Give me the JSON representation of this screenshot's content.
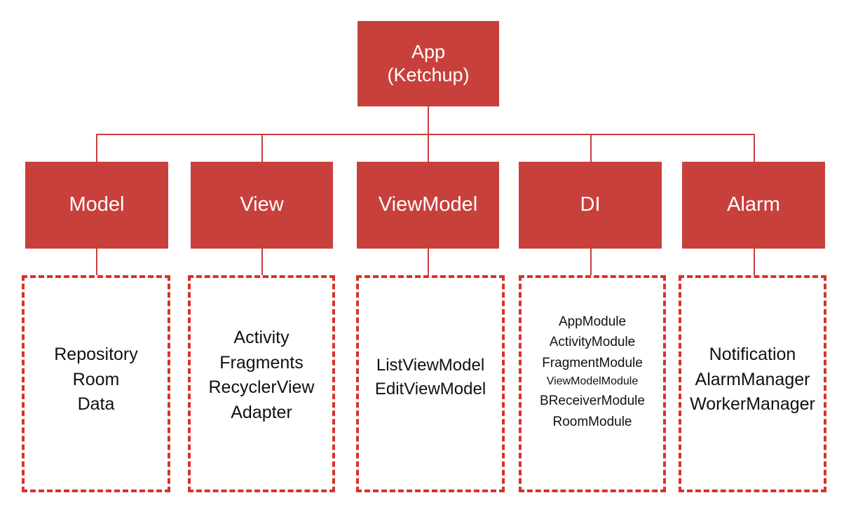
{
  "diagram": {
    "title": "App (Ketchup) architecture diagram",
    "colors": {
      "node_fill": "#c8403c",
      "node_text": "#ffffff",
      "dashed_border": "#d93228",
      "detail_text": "#111111",
      "connector": "#c8403c",
      "background": "#ffffff"
    },
    "root": {
      "line1": "App",
      "line2": "(Ketchup)"
    },
    "layers": [
      {
        "key": "model",
        "node_label": "Model",
        "details": [
          "Repository",
          "Room",
          "Data"
        ]
      },
      {
        "key": "view",
        "node_label": "View",
        "details": [
          "Activity",
          "Fragments",
          "RecyclerView",
          "Adapter"
        ]
      },
      {
        "key": "viewmodel",
        "node_label": "ViewModel",
        "details": [
          "ListViewModel",
          "EditViewModel"
        ]
      },
      {
        "key": "di",
        "node_label": "DI",
        "details": [
          "AppModule",
          "ActivityModule",
          "FragmentModule",
          "ViewModelModule",
          "BReceiverModule",
          "RoomModule"
        ]
      },
      {
        "key": "alarm",
        "node_label": "Alarm",
        "details": [
          "Notification",
          "AlarmManager",
          "WorkerManager"
        ]
      }
    ]
  }
}
